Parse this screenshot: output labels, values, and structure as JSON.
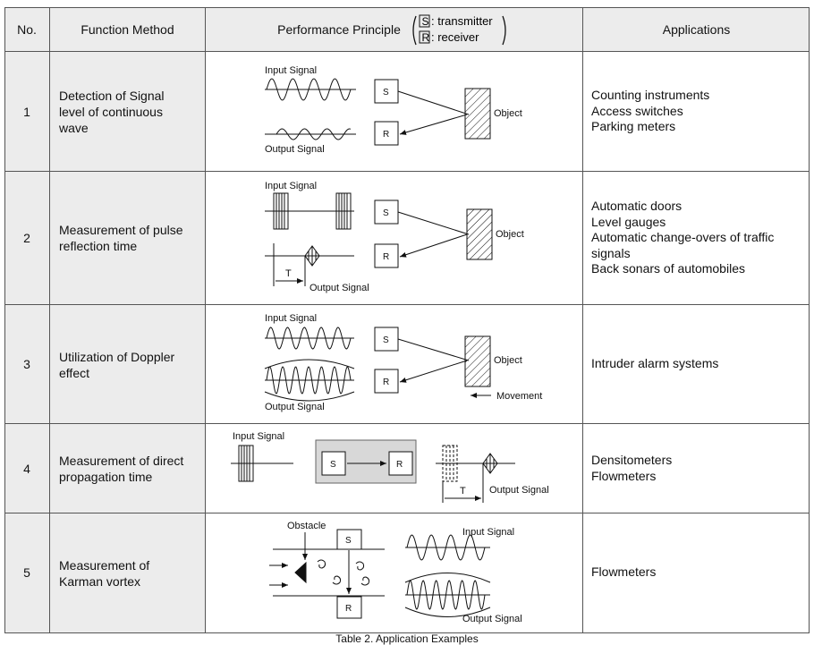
{
  "header": {
    "no": "No.",
    "function_method": "Function Method",
    "performance_principle": "Performance Principle",
    "legend_s": "S",
    "legend_s_text": ": transmitter",
    "legend_r": "R",
    "legend_r_text": ": receiver",
    "applications": "Applications"
  },
  "rows": [
    {
      "no": "1",
      "method_lines": [
        "Detection of Signal",
        "level of continuous",
        "wave"
      ],
      "applications": [
        "Counting instruments",
        "Access switches",
        "Parking meters"
      ],
      "diagram": {
        "input": "Input Signal",
        "output": "Output Signal",
        "object": "Object",
        "s": "S",
        "r": "R"
      }
    },
    {
      "no": "2",
      "method_lines": [
        "Measurement of pulse",
        "reflection time"
      ],
      "applications": [
        "Automatic doors",
        "Level gauges",
        "Automatic change-overs of traffic",
        "signals",
        "Back sonars of automobiles"
      ],
      "diagram": {
        "input": "Input Signal",
        "output": "Output Signal",
        "object": "Object",
        "s": "S",
        "r": "R",
        "t": "T"
      }
    },
    {
      "no": "3",
      "method_lines": [
        "Utilization of Doppler",
        "effect"
      ],
      "applications": [
        "Intruder alarm systems"
      ],
      "diagram": {
        "input": "Input Signal",
        "output": "Output Signal",
        "object": "Object",
        "movement": "Movement",
        "s": "S",
        "r": "R"
      }
    },
    {
      "no": "4",
      "method_lines": [
        "Measurement of direct",
        "propagation time"
      ],
      "applications": [
        "Densitometers",
        "Flowmeters"
      ],
      "diagram": {
        "input": "Input Signal",
        "output": "Output Signal",
        "s": "S",
        "r": "R",
        "t": "T"
      }
    },
    {
      "no": "5",
      "method_lines": [
        "Measurement of",
        "Karman vortex"
      ],
      "applications": [
        "Flowmeters"
      ],
      "diagram": {
        "obstacle": "Obstacle",
        "input": "Input Signal",
        "output": "Output Signal",
        "s": "S",
        "r": "R"
      }
    }
  ],
  "caption": "Table 2. Application Examples"
}
